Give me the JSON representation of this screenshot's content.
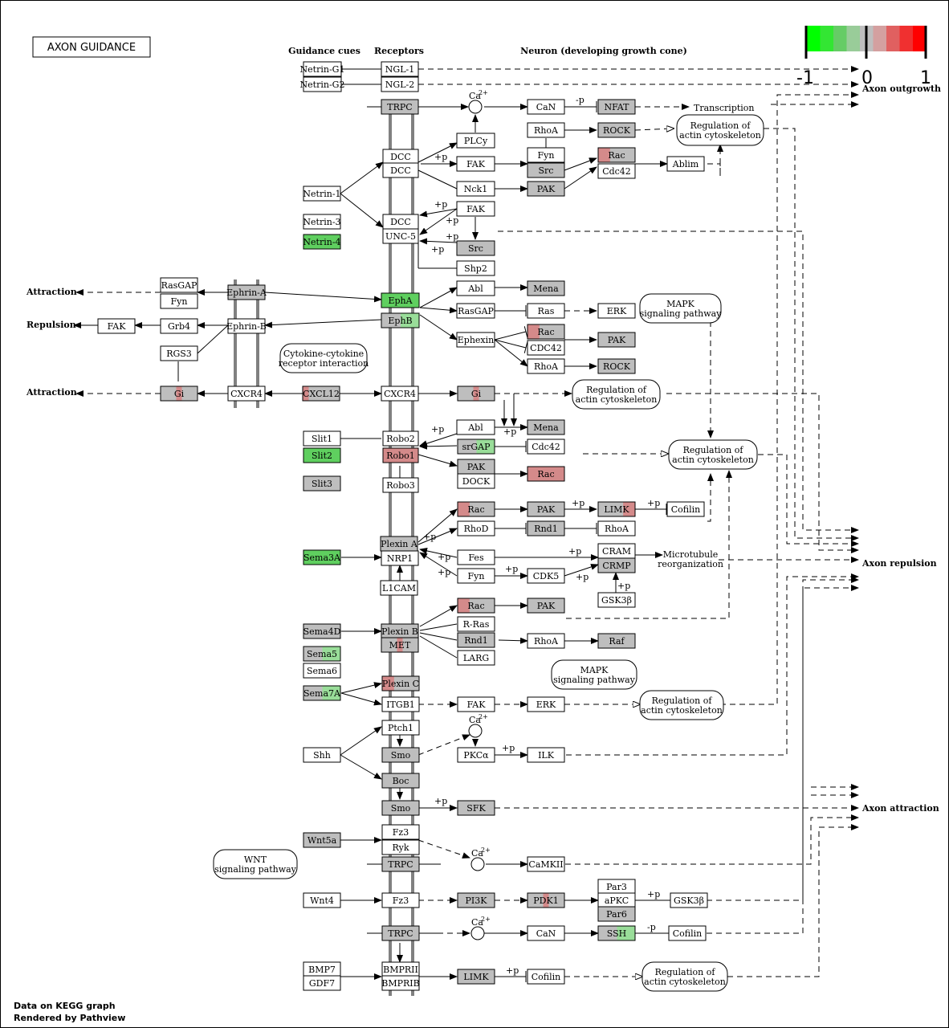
{
  "title": "AXON GUIDANCE",
  "column_headers": {
    "guidance": "Guidance cues",
    "receptors": "Receptors",
    "neuron": "Neuron (developing growth cone)"
  },
  "outcomes": {
    "outgrowth": "Axon outgrowth",
    "repulsion": "Axon repulsion",
    "attraction": "Axon attraction"
  },
  "left_labels": {
    "attraction1": "Attraction",
    "repulsion": "Repulsion",
    "attraction2": "Attraction"
  },
  "legend": {
    "min": "-1",
    "mid": "0",
    "max": "1",
    "colors": [
      "#00ff00",
      "#33e633",
      "#66cc66",
      "#99cc99",
      "#bebebe",
      "#d4a0a0",
      "#e06060",
      "#f03030",
      "#ff0000"
    ]
  },
  "footer": {
    "line1": "Data on KEGG graph",
    "line2": "Rendered by  Pathview"
  },
  "colors": {
    "gray": "#bebebe",
    "white": "#ffffff",
    "green": "#5fcf5f",
    "lightgreen": "#99dd99",
    "red": "#d48a8a",
    "membrane": "#808080"
  },
  "ca_label": "Ca",
  "ca_sup": "2+",
  "nodes": {
    "netrin_g1": "Netrin-G1",
    "netrin_g2": "Netrin-G2",
    "ngl1": "NGL-1",
    "ngl2": "NGL-2",
    "trpc1": "TRPC",
    "can1": "CaN",
    "nfat": "NFAT",
    "transcription": "Transcription",
    "plcy": "PLCy",
    "rhoa1": "RhoA",
    "rock1": "ROCK",
    "roac1": "Regulation of actin cytoskeleton",
    "dcc1": "DCC",
    "dcc2": "DCC",
    "fak1": "FAK",
    "fyn1": "Fyn",
    "src1": "Src",
    "rac1": "Rac",
    "cdc42a": "Cdc42",
    "ablim": "Ablim",
    "netrin1": "Netrin-1",
    "nck1": "Nck1",
    "pak1": "PAK",
    "netrin3": "Netrin-3",
    "netrin4": "Netrin-4",
    "dcc3": "DCC",
    "unc5": "UNC-5",
    "fak2": "FAK",
    "src2": "Src",
    "shp2": "Shp2",
    "rasgap1": "RasGAP",
    "fyn2": "Fyn",
    "ephrina": "Ephrin-A",
    "epha": "EphA",
    "abl1": "Abl",
    "mena1": "Mena",
    "faka": "FAK",
    "grb4": "Grb4",
    "ephrinb": "Ephrin-B",
    "ephb": "EphB",
    "rasgap2": "RasGAP",
    "ras": "Ras",
    "erk1": "ERK",
    "rgs3": "RGS3",
    "ephexin": "Ephexin",
    "rac2": "Rac",
    "cdc42b": "CDC42",
    "pak2": "PAK",
    "rhoa2": "RhoA",
    "rock2": "ROCK",
    "mapk1": "MAPK signaling pathway",
    "cytokine": "Cytokine-cytokine receptor interaction",
    "gi1": "Gi",
    "cxcr4a": "CXCR4",
    "cxcl12": "CXCL12",
    "cxcr4b": "CXCR4",
    "gi2": "Gi",
    "roac2": "Regulation of actin cytoskeleton",
    "abl2": "Abl",
    "mena2": "Mena",
    "slit1": "Slit1",
    "robo2": "Robo2",
    "srgap": "srGAP",
    "cdc42c": "Cdc42",
    "slit2": "Slit2",
    "robo1": "Robo1",
    "pak3": "PAK",
    "dock": "DOCK",
    "rac3": "Rac",
    "roac3": "Regulation of actin cytoskeleton",
    "slit3": "Slit3",
    "robo3": "Robo3",
    "rac4": "Rac",
    "pak4": "PAK",
    "limk1": "LIMK",
    "cofilin1": "Cofilin",
    "rhod": "RhoD",
    "rnd1a": "Rnd1",
    "rhoa3": "RhoA",
    "sema3a": "Sema3A",
    "plexina": "Plexin A",
    "nrp1": "NRP1",
    "fes": "Fes",
    "cram": "CRAM",
    "crmp": "CRMP",
    "mt": "Microtubule reorganization",
    "fyn3": "Fyn",
    "cdk5": "CDK5",
    "gsk3b1": "GSK3β",
    "l1cam": "L1CAM",
    "rac5": "Rac",
    "pak5": "PAK",
    "sema4d": "Sema4D",
    "plexinb": "Plexin B",
    "met": "MET",
    "rras": "R-Ras",
    "rnd1b": "Rnd1",
    "larg": "LARG",
    "rhoa4": "RhoA",
    "raf": "Raf",
    "sema5": "Sema5",
    "sema6": "Sema6",
    "mapk2": "MAPK signaling pathway",
    "sema7a": "Sema7A",
    "plexinc": "Plexin C",
    "itgb1": "ITGB1",
    "fak3": "FAK",
    "erk2": "ERK",
    "roac4": "Regulation of actin cytoskeleton",
    "shh": "Shh",
    "ptch1": "Ptch1",
    "smo1": "Smo",
    "pkca": "PKCα",
    "ilk": "ILK",
    "boc": "Boc",
    "smo2": "Smo",
    "sfk": "SFK",
    "wnt5a": "Wnt5a",
    "fz3a": "Fz3",
    "ryk": "Ryk",
    "trpc2": "TRPC",
    "camkii": "CaMKII",
    "wnt": "WNT signaling pathway",
    "wnt4": "Wnt4",
    "fz3b": "Fz3",
    "pi3k": "PI3K",
    "pdk1": "PDK1",
    "par3": "Par3",
    "apkc": "aPKC",
    "par6": "Par6",
    "gsk3b2": "GSK3β",
    "trpc3": "TRPC",
    "can2": "CaN",
    "ssh": "SSH",
    "cofilin2": "Cofilin",
    "bmp7": "BMP7",
    "gdf7": "GDF7",
    "bmprii": "BMPRII",
    "bmprib": "BMPRIB",
    "limk2": "LIMK",
    "cofilin3": "Cofilin",
    "roac5": "Regulation of actin cytoskeleton"
  },
  "edge_labels": {
    "p_plus": "+p",
    "p_minus": "-p"
  }
}
